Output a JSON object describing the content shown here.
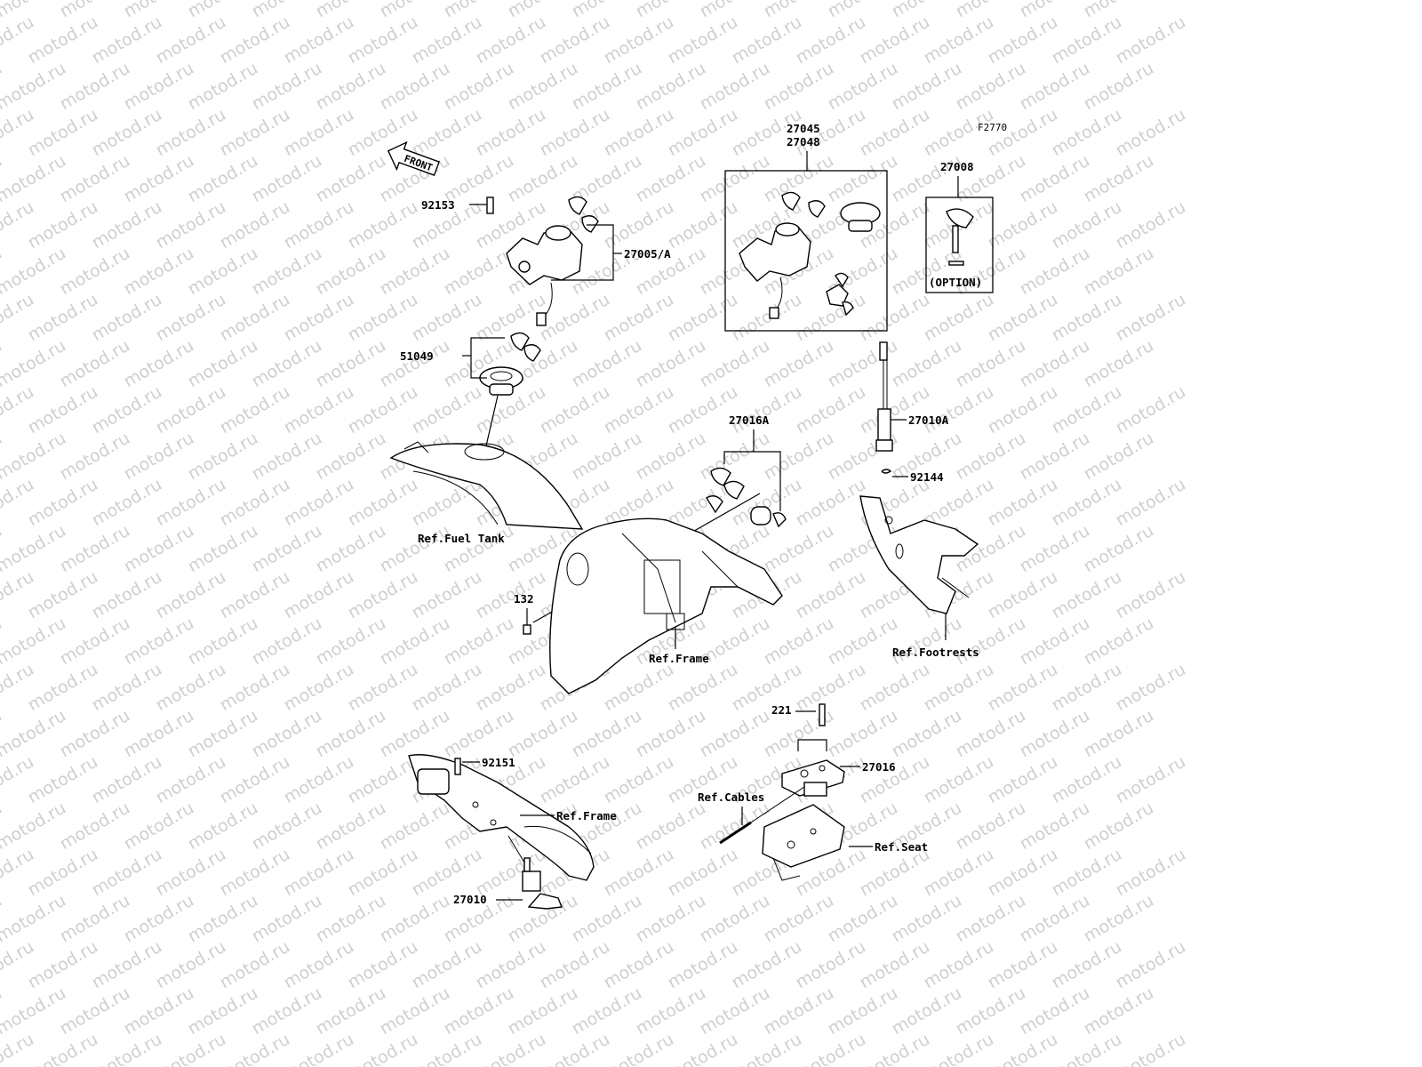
{
  "watermark": "motod.ru",
  "figure_code": "F2770",
  "front_arrow": "FRONT",
  "labels": {
    "p92153": "92153",
    "p27005a": "27005/A",
    "p51049": "51049",
    "ref_fuel_tank": "Ref.Fuel Tank",
    "p27045": "27045",
    "p27048": "27048",
    "p27008": "27008",
    "option": "(OPTION)",
    "p27010a": "27010A",
    "p92144": "92144",
    "p27016a": "27016A",
    "p132": "132",
    "ref_frame_1": "Ref.Frame",
    "ref_footrests": "Ref.Footrests",
    "p221": "221",
    "p27016": "27016",
    "ref_cables": "Ref.Cables",
    "ref_seat": "Ref.Seat",
    "p92151": "92151",
    "ref_frame_2": "Ref.Frame",
    "p27010": "27010"
  }
}
